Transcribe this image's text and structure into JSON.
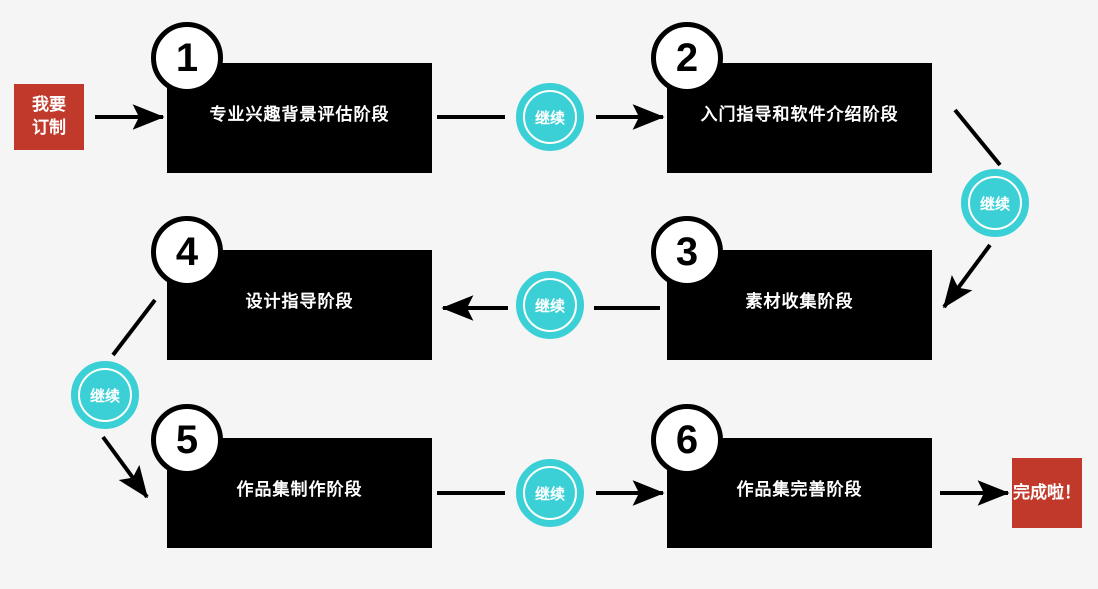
{
  "diagram": {
    "title": "课程阶段流程图",
    "background_color": "#f5f5f5",
    "accent_color": "#3ad0d6",
    "box_color": "#000000",
    "tag_color": "#c0392b"
  },
  "start_tag": {
    "name": "start-tag",
    "line1": "我要",
    "line2": "订制"
  },
  "end_tag": {
    "name": "end-tag",
    "line1": "完成啦！"
  },
  "stages": [
    {
      "number": "1",
      "label": "专业兴趣背景评估阶段"
    },
    {
      "number": "2",
      "label": "入门指导和软件介绍阶段"
    },
    {
      "number": "3",
      "label": "素材收集阶段"
    },
    {
      "number": "4",
      "label": "设计指导阶段"
    },
    {
      "number": "5",
      "label": "作品集制作阶段"
    },
    {
      "number": "6",
      "label": "作品集完善阶段"
    }
  ],
  "connectors": [
    {
      "id": "c1",
      "label": "继续",
      "between": "1-2"
    },
    {
      "id": "c2",
      "label": "继续",
      "between": "2-3"
    },
    {
      "id": "c3",
      "label": "继续",
      "between": "3-4"
    },
    {
      "id": "c4",
      "label": "继续",
      "between": "4-5"
    },
    {
      "id": "c5",
      "label": "继续",
      "between": "5-6"
    }
  ]
}
